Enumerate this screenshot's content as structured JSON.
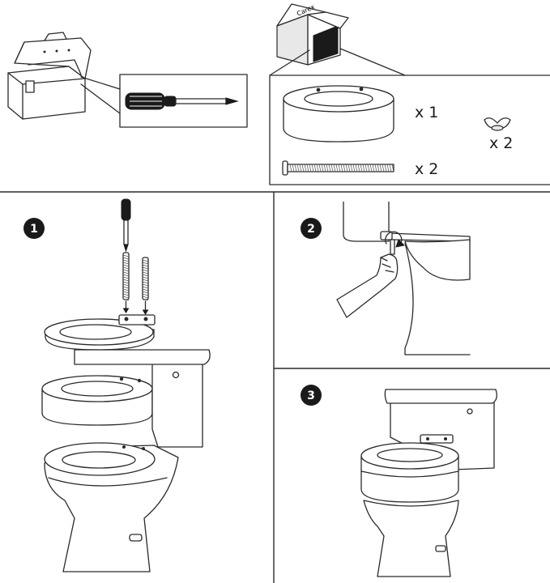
{
  "parts": [
    {
      "name": "riser-ring",
      "quantity": "x 1"
    },
    {
      "name": "bolt",
      "quantity": "x 2"
    },
    {
      "name": "wing-nut",
      "quantity": "x 2"
    }
  ],
  "steps": [
    {
      "number": "1"
    },
    {
      "number": "2"
    },
    {
      "number": "3"
    }
  ],
  "colors": {
    "line": "#2a2a2a",
    "badge": "#1a1a1a",
    "background": "#ffffff"
  },
  "icons": [
    "toolbox-icon",
    "screwdriver-icon",
    "shipping-box-icon",
    "riser-ring-icon",
    "bolt-icon",
    "wing-nut-icon",
    "toilet-icon",
    "hand-icon"
  ]
}
